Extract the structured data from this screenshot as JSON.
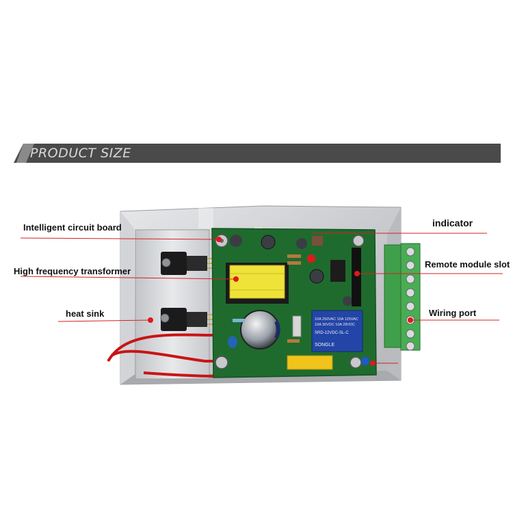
{
  "banner": {
    "title": "PRODUCT SIZE"
  },
  "callouts": {
    "intelligent_circuit_board": "Intelligent circuit board",
    "high_frequency_transformer": "High frequency transformer",
    "heat_sink": "heat sink",
    "indicator": "indicator",
    "remote_module_slot": "Remote module slot",
    "wiring_port": "Wiring port"
  },
  "board_markings": {
    "relay_brand": "SONGLE",
    "relay_model": "SRD-12VDC-SL-C",
    "relay_rating_1": "10A 250VAC 10A 125VAC",
    "relay_rating_2": "10A 30VDC 10A 28VDC"
  },
  "colors": {
    "banner": "#4a4a4a",
    "callout_line": "#d42020",
    "callout_dot": "#e01818",
    "pcb": "#1f6b2e",
    "terminal": "#3f9f4a"
  }
}
